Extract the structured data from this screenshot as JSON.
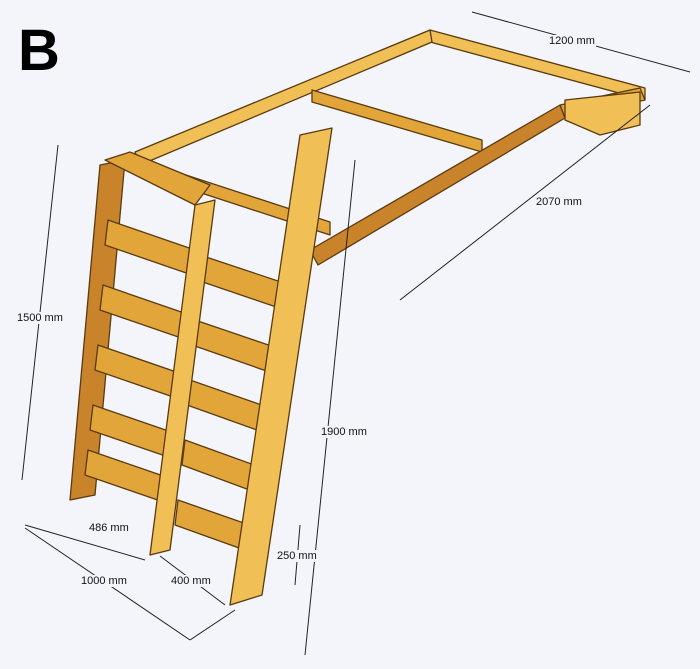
{
  "panel_letter": "B",
  "dimensions": {
    "frame_width": "1200 mm",
    "frame_length": "2070 mm",
    "shelf_height": "1500 mm",
    "ladder_height": "1900 mm",
    "shelf_depth": "486 mm",
    "step_spacing": "250 mm",
    "base_width": "1000 mm",
    "ladder_width": "400 mm"
  },
  "colors": {
    "wood": "#e1a53a",
    "background": "#f3f5fb",
    "outline": "#5a3a10"
  }
}
